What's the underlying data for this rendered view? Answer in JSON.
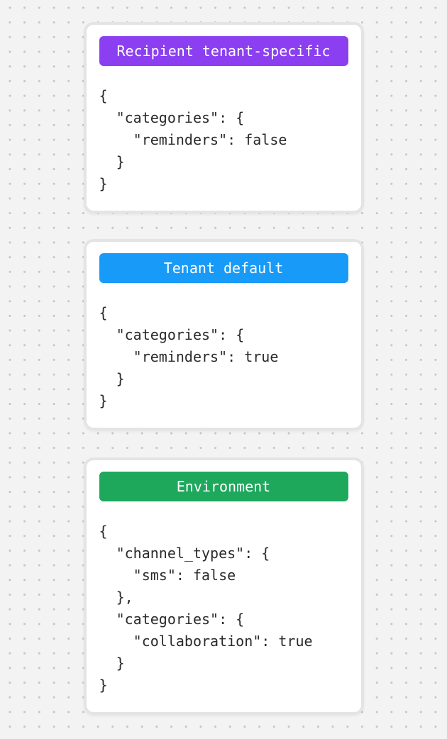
{
  "canvas": {
    "background_color": "#f3f3f4",
    "dot_color": "#c5c5c6"
  },
  "code_text_color": "#2a2a2a",
  "card_border_color": "#e4e4e5",
  "cards": [
    {
      "badge": {
        "label": "Recipient tenant-specific",
        "color": "#8b3ff0",
        "text_color": "#ffffff"
      },
      "code": "{\n  \"categories\": {\n    \"reminders\": false\n  }\n}"
    },
    {
      "badge": {
        "label": "Tenant default",
        "color": "#189bf8",
        "text_color": "#ffffff"
      },
      "code": "{\n  \"categories\": {\n    \"reminders\": true\n  }\n}"
    },
    {
      "badge": {
        "label": "Environment",
        "color": "#1ea85c",
        "text_color": "#ffffff"
      },
      "code": "{\n  \"channel_types\": {\n    \"sms\": false\n  },\n  \"categories\": {\n    \"collaboration\": true\n  }\n}"
    }
  ]
}
